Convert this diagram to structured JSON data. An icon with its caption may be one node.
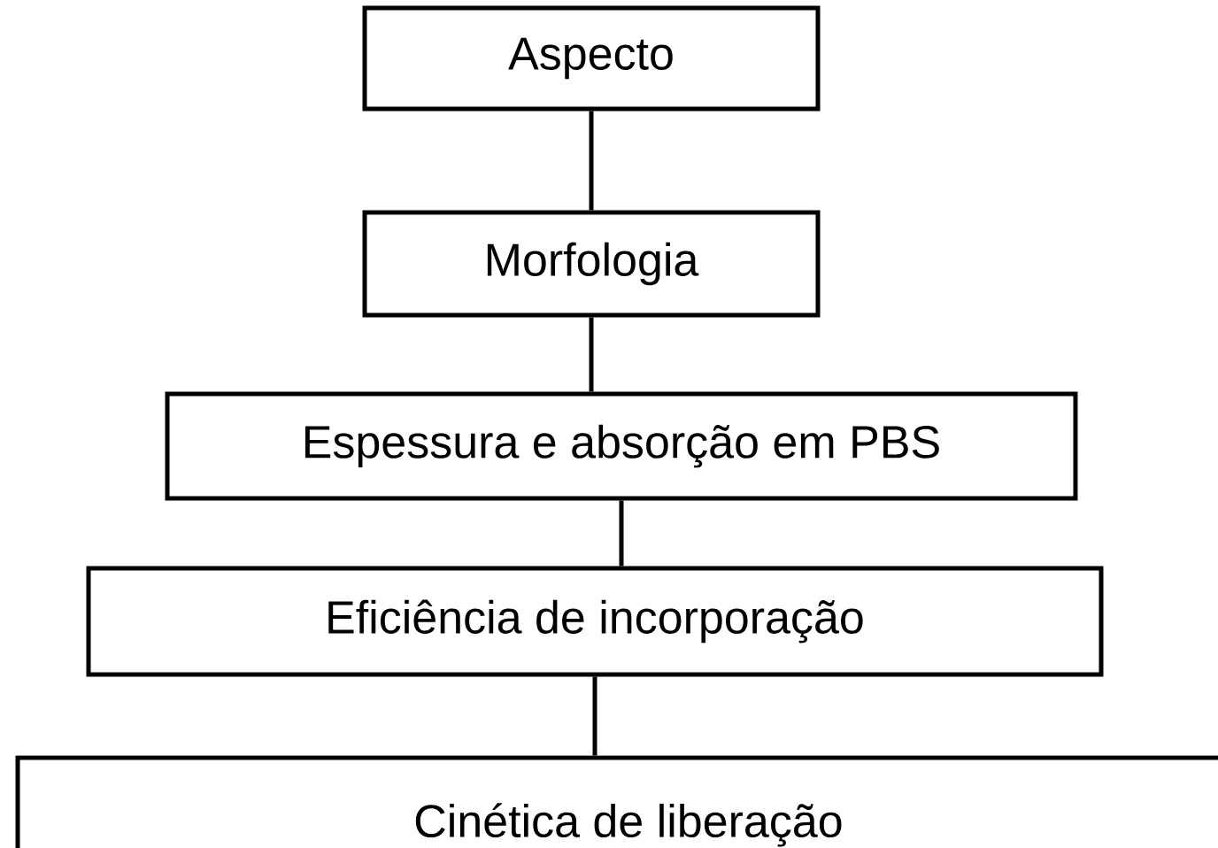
{
  "diagram": {
    "nodes": [
      {
        "text": [
          "Aspecto"
        ]
      },
      {
        "text": [
          "Morfologia"
        ]
      },
      {
        "text": [
          "Espessura e absorção em PBS"
        ]
      },
      {
        "text": [
          "Eficiência de incorporação"
        ]
      },
      {
        "text": [
          "Cinética de liberação"
        ]
      }
    ],
    "edges": [
      {
        "from": 0,
        "to": 1,
        "arrow": "none"
      },
      {
        "from": 1,
        "to": 2,
        "arrow": "none"
      },
      {
        "from": 2,
        "to": 3,
        "arrow": "none"
      },
      {
        "from": 3,
        "to": 4,
        "arrow": "none"
      }
    ]
  }
}
